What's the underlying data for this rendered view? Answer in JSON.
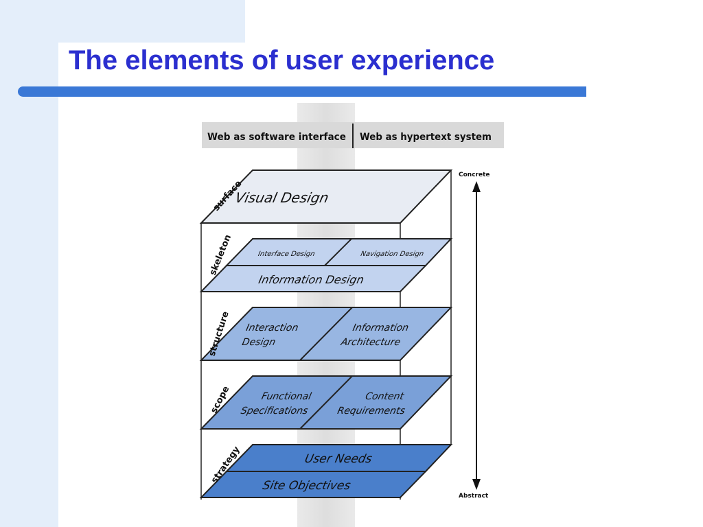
{
  "slide": {
    "title": "The elements of user experience"
  },
  "diagram": {
    "headers": {
      "left": "Web as software interface",
      "right": "Web as hypertext system"
    },
    "axis": {
      "top_label": "Concrete",
      "bottom_label": "Abstract"
    },
    "planes": {
      "surface": {
        "label": "surface",
        "visual_design": "Visual Design"
      },
      "skeleton": {
        "label": "skeleton",
        "interface_design": "Interface Design",
        "navigation_design": "Navigation Design",
        "information_design": "Information Design"
      },
      "structure": {
        "label": "structure",
        "interaction_design_1": "Interaction",
        "interaction_design_2": "Design",
        "information_architecture_1": "Information",
        "information_architecture_2": "Architecture"
      },
      "scope": {
        "label": "scope",
        "functional_specs_1": "Functional",
        "functional_specs_2": "Specifications",
        "content_requirements_1": "Content",
        "content_requirements_2": "Requirements"
      },
      "strategy": {
        "label": "strategy",
        "user_needs": "User Needs",
        "site_objectives": "Site Objectives"
      }
    },
    "colors": {
      "surface": "#e8ecf3",
      "skeleton": "#c2d3ef",
      "structure": "#98b6e2",
      "scope": "#7aa0d8",
      "strategy": "#4a7fcb",
      "axis": "#111111"
    }
  }
}
